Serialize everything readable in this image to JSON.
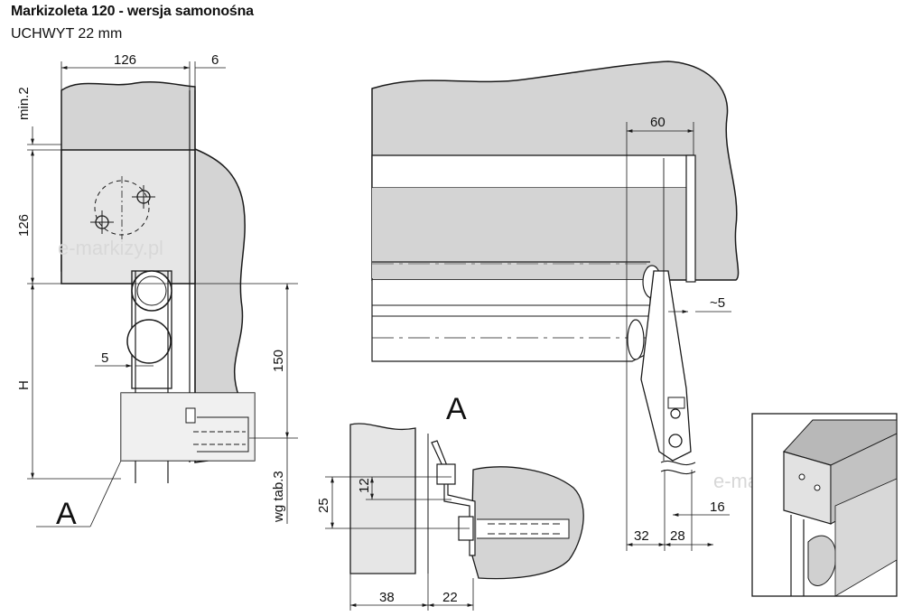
{
  "header": {
    "title": "Markizoleta 120 - wersja samonośna",
    "subtitle": "UCHWYT 22 mm"
  },
  "dimensions": {
    "d126_top": "126",
    "d6": "6",
    "min2": "min.2",
    "d126_side": "126",
    "d5_left": "5",
    "H": "H",
    "d150": "150",
    "wg_tab": "wg tab.3",
    "d60": "60",
    "d_5": "~5",
    "d16": "16",
    "d32": "32",
    "d28": "28",
    "d12": "12",
    "d25": "25",
    "d38": "38",
    "d22": "22"
  },
  "labels": {
    "detail_A_left": "A",
    "detail_A_center": "A"
  },
  "watermark": "e-markizy.pl",
  "colors": {
    "wall_gray": "#d4d4d4",
    "line": "#1a1a1a",
    "background": "#ffffff"
  }
}
